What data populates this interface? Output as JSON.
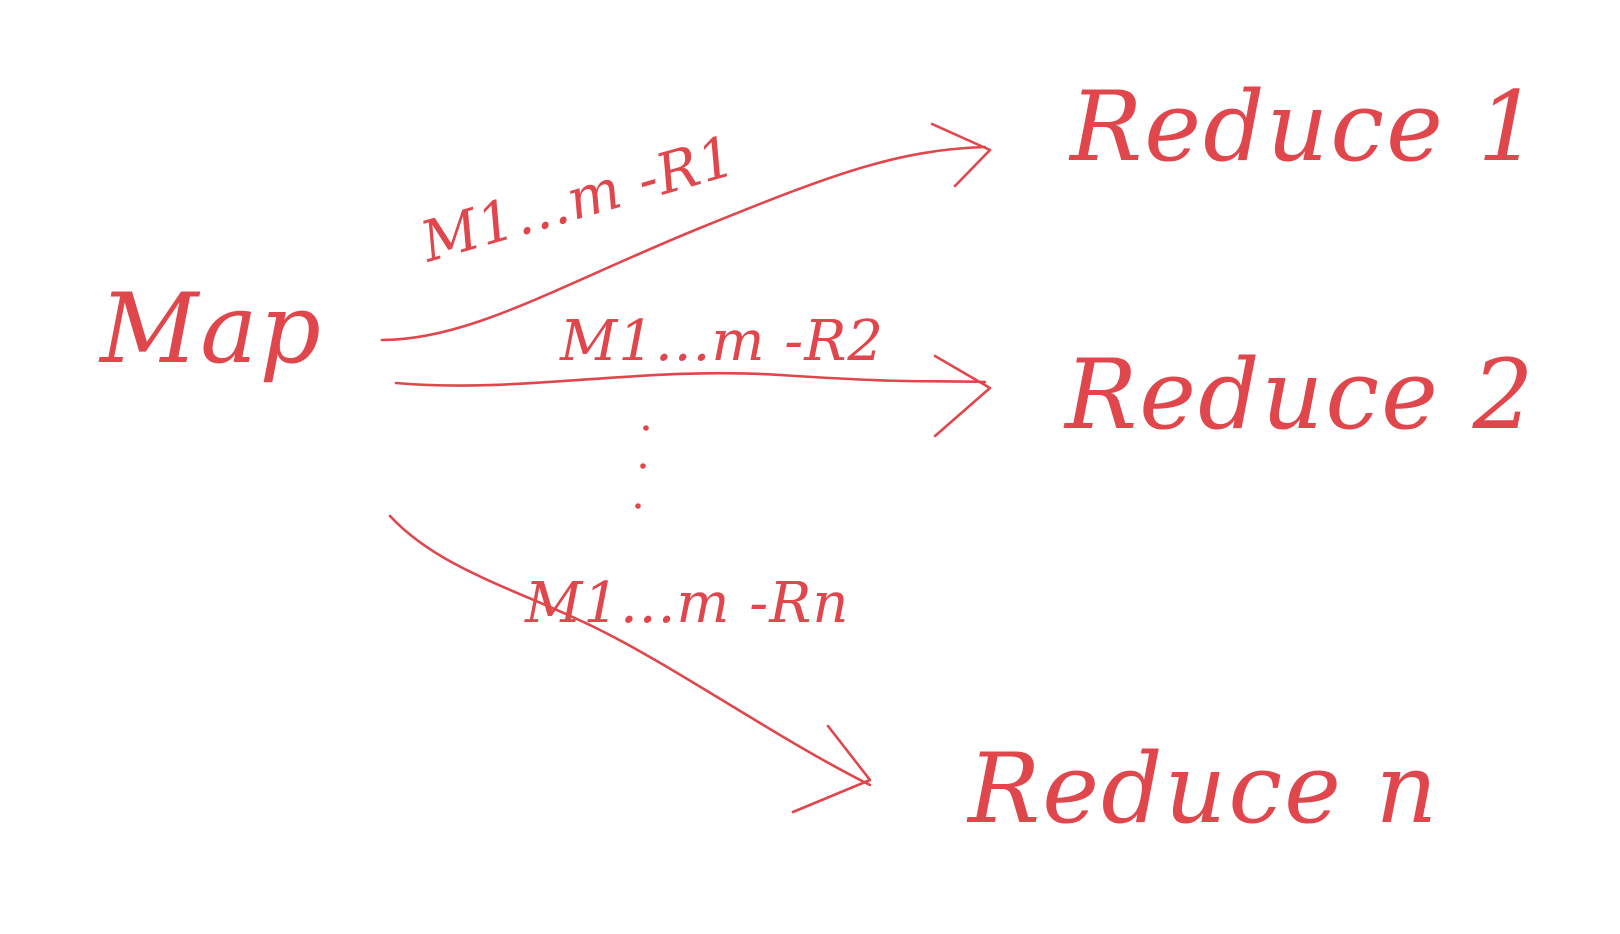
{
  "diagram": {
    "ink_color": "#e0474c",
    "background": "#ffffff",
    "nodes": {
      "map": {
        "label": "Map"
      },
      "reduce_1": {
        "label": "Reduce 1"
      },
      "reduce_2": {
        "label": "Reduce 2"
      },
      "reduce_n": {
        "label": "Reduce n"
      }
    },
    "edges": [
      {
        "from": "map",
        "to": "reduce_1",
        "label": "M1...m -R1"
      },
      {
        "from": "map",
        "to": "reduce_2",
        "label": "M1...m -R2"
      },
      {
        "from": "map",
        "to": "reduce_n",
        "label": "M1...m -Rn"
      }
    ],
    "ellipsis_between_edges": true
  }
}
